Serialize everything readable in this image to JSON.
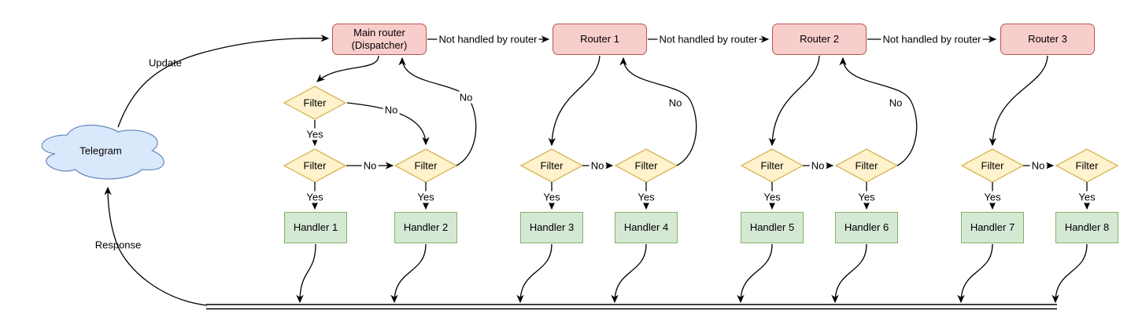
{
  "diagram": {
    "cloud": {
      "label": "Telegram"
    },
    "routers": [
      {
        "label": "Main router",
        "sublabel": "(Dispatcher)"
      },
      {
        "label": "Router 1"
      },
      {
        "label": "Router 2"
      },
      {
        "label": "Router 3"
      }
    ],
    "filter_label": "Filter",
    "handlers": [
      "Handler 1",
      "Handler 2",
      "Handler 3",
      "Handler 4",
      "Handler 5",
      "Handler 6",
      "Handler 7",
      "Handler 8"
    ],
    "edge_labels": {
      "update": "Update",
      "response": "Response",
      "not_handled": "Not handled by router",
      "yes": "Yes",
      "no": "No"
    },
    "colors": {
      "router_fill": "#F8CECC",
      "router_stroke": "#B85450",
      "filter_fill": "#FFF2CC",
      "filter_stroke": "#D6B656",
      "handler_fill": "#D5E8D4",
      "handler_stroke": "#82B366",
      "cloud_fill": "#DAE8FC",
      "cloud_stroke": "#6C8EBF",
      "edge_color": "#000000",
      "background": "#FFFFFF"
    }
  }
}
